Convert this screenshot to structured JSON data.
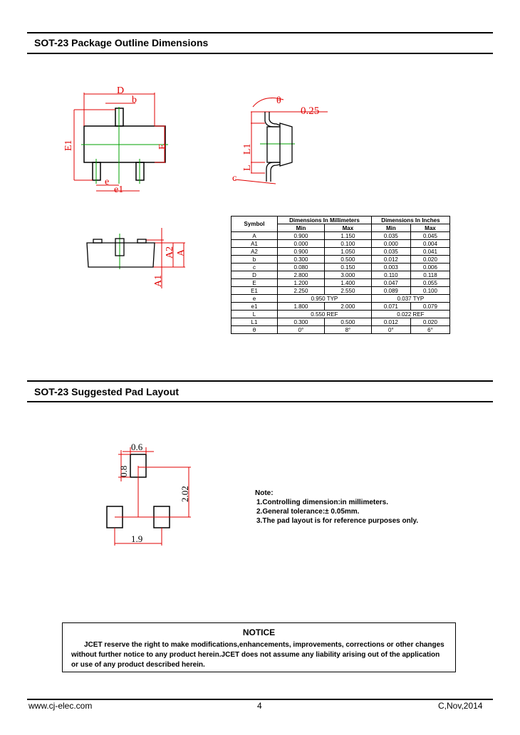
{
  "section1": {
    "title": "SOT-23 Package Outline Dimensions"
  },
  "section2": {
    "title": "SOT-23 Suggested Pad Layout"
  },
  "drawing_labels": {
    "D": "D",
    "b": "b",
    "E1": "E1",
    "E": "E",
    "e": "e",
    "e1": "e1",
    "theta": "θ",
    "dim025": "0.25",
    "L1": "L1",
    "L": "L",
    "c": "c",
    "A2": "A2",
    "A": "A",
    "A1": "A1"
  },
  "table": {
    "symbol_header": "Symbol",
    "mm_header": "Dimensions In Millimeters",
    "in_header": "Dimensions In Inches",
    "min": "Min",
    "max": "Max",
    "rows": [
      [
        "A",
        "0.900",
        "1.150",
        "0.035",
        "0.045"
      ],
      [
        "A1",
        "0.000",
        "0.100",
        "0.000",
        "0.004"
      ],
      [
        "A2",
        "0.900",
        "1.050",
        "0.035",
        "0.041"
      ],
      [
        "b",
        "0.300",
        "0.500",
        "0.012",
        "0.020"
      ],
      [
        "c",
        "0.080",
        "0.150",
        "0.003",
        "0.006"
      ],
      [
        "D",
        "2.800",
        "3.000",
        "0.110",
        "0.118"
      ],
      [
        "E",
        "1.200",
        "1.400",
        "0.047",
        "0.055"
      ],
      [
        "E1",
        "2.250",
        "2.550",
        "0.089",
        "0.100"
      ],
      [
        "e",
        "0.950 TYP",
        "0.037 TYP"
      ],
      [
        "e1",
        "1.800",
        "2.000",
        "0.071",
        "0.079"
      ],
      [
        "L",
        "0.550 REF",
        "0.022 REF"
      ],
      [
        "L1",
        "0.300",
        "0.500",
        "0.012",
        "0.020"
      ],
      [
        "θ",
        "0°",
        "8°",
        "0°",
        "6°"
      ]
    ]
  },
  "pad_labels": {
    "w": "0.6",
    "h": "0.8",
    "pitch_v": "2.02",
    "pitch_h": "1.9"
  },
  "note": {
    "title": "Note:",
    "lines": [
      "1.Controlling dimension:in  millimeters.",
      "2.General tolerance:± 0.05mm.",
      "3.The pad layout is for reference purposes only."
    ]
  },
  "notice": {
    "title": "NOTICE",
    "body": "JCET  reserve the right to make modifications,enhancements, improvements, corrections or other changes without further notice to any product herein.JCET does not assume any liability arising out of the application or use of any product described herein."
  },
  "footer": {
    "website": "www.cj-elec.com",
    "page": "4",
    "date": "C,Nov,2014"
  },
  "colors": {
    "dimension": "#e00000",
    "centerline": "#00a000"
  }
}
